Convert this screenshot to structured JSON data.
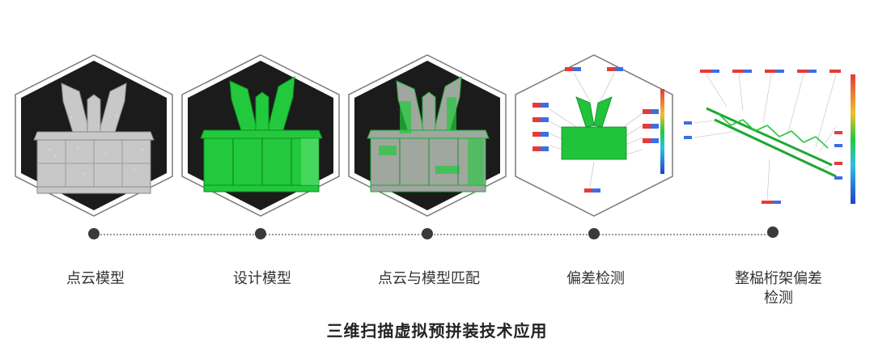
{
  "steps": [
    {
      "label": "点云模型",
      "visual": "point-cloud",
      "icon": "point-cloud-model-icon"
    },
    {
      "label": "设计模型",
      "visual": "design-model",
      "icon": "design-model-icon"
    },
    {
      "label": "点云与模型匹配",
      "visual": "overlay",
      "icon": "cloud-model-match-icon"
    },
    {
      "label": "偏差检测",
      "visual": "deviation",
      "icon": "deviation-check-icon"
    },
    {
      "label": "整榀桁架偏差检测",
      "visual": "truss",
      "icon": "truss-deviation-icon"
    }
  ],
  "caption": "三维扫描虚拟预拼装技术应用",
  "colors": {
    "hex_fill": "#1b1b1b",
    "hex_border": "#7a7a7a",
    "model_green": "#22c93c",
    "cloud_gray": "#c8c8c8",
    "node": "#3a3a3a",
    "text": "#333333"
  }
}
